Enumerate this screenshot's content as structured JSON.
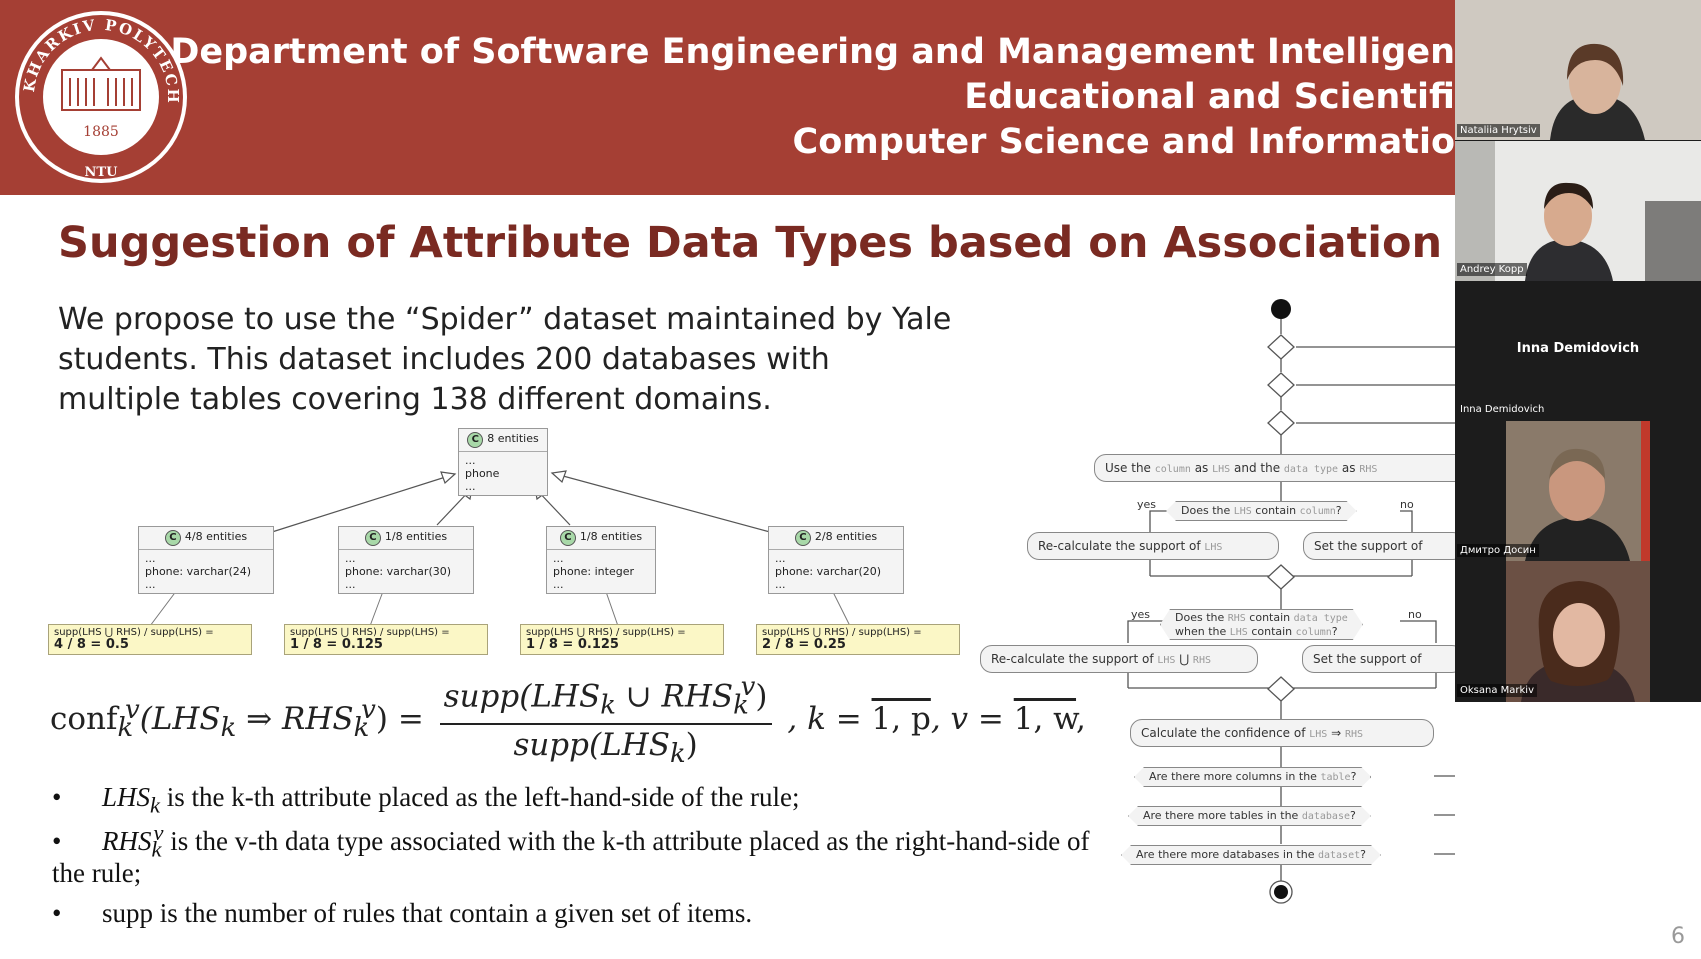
{
  "header": {
    "line1": "Department of Software Engineering and Management Intelligen",
    "line2": "Educational and Scientifi",
    "line3": "Computer Science and Informatio",
    "logo": {
      "arc_text": "KHARKIV POLYTECHNIC INSTITUTE",
      "year": "1885",
      "abbr": "NTU"
    }
  },
  "slide": {
    "title": "Suggestion of Attribute Data Types based on Association Rules",
    "intro": "We propose to use the “Spider” dataset maintained by Yale students. This dataset includes 200 databases with multiple tables covering 138 different domains.",
    "page_number": "6"
  },
  "uml": {
    "root": {
      "badge": "C",
      "header": "8 entities",
      "lines": [
        "...",
        "phone",
        "..."
      ]
    },
    "children": [
      {
        "badge": "C",
        "header": "4/8 entities",
        "lines": [
          "...",
          "phone: varchar(24)",
          "..."
        ],
        "note_formula": "supp(LHS ⋃ RHS) / supp(LHS) =",
        "note_value": "4 / 8 = 0.5"
      },
      {
        "badge": "C",
        "header": "1/8 entities",
        "lines": [
          "...",
          "phone: varchar(30)",
          "..."
        ],
        "note_formula": "supp(LHS ⋃ RHS) / supp(LHS) =",
        "note_value": "1 / 8 = 0.125"
      },
      {
        "badge": "C",
        "header": "1/8 entities",
        "lines": [
          "...",
          "phone: integer",
          "..."
        ],
        "note_formula": "supp(LHS ⋃ RHS) / supp(LHS) =",
        "note_value": "1 / 8 = 0.125"
      },
      {
        "badge": "C",
        "header": "2/8 entities",
        "lines": [
          "...",
          "phone: varchar(20)",
          "..."
        ],
        "note_formula": "supp(LHS ⋃ RHS) / supp(LHS) =",
        "note_value": "2 / 8 = 0.25"
      }
    ]
  },
  "formula": {
    "lhs": "conf",
    "arg": "(LHS",
    "arrow": " ⇒ RHS",
    "close": ") =",
    "numerator": "supp(LHS",
    "num_union": " ∪ RHS",
    "num_close": ")",
    "denominator": "supp(LHS",
    "den_close": ")",
    "range": ", k = ",
    "range_k": "1, p",
    "range_v_label": ", v = ",
    "range_v": "1, w",
    "tail": ","
  },
  "bullets": [
    {
      "text": "LHS",
      "sub": "k",
      "rest": " is the k-th attribute placed as the left-hand-side of the rule;"
    },
    {
      "text": "RHS",
      "sub": "k",
      "sup": "v",
      "rest": " is the v-th data type associated with the k-th attribute placed as the right-hand-side of"
    },
    {
      "continuation": "the rule;"
    },
    {
      "text": "supp is the number of rules that contain a given set of items."
    }
  ],
  "flowchart": {
    "box_use": {
      "a": "Use the ",
      "m1": "column",
      "b": " as ",
      "m2": "LHS",
      "c": " and the ",
      "m3": "data type",
      "d": " as ",
      "m4": "RHS"
    },
    "dec_lhs": {
      "a": "Does the ",
      "m1": "LHS",
      "b": " contain ",
      "m2": "column",
      "c": "?"
    },
    "yes1": "yes",
    "no1": "no",
    "box_recalc_lhs": {
      "a": "Re-calculate the support of ",
      "m1": "LHS"
    },
    "box_set1": "Set the support of",
    "dec_rhs_1": {
      "a": "Does the ",
      "m1": "RHS",
      "b": " contain ",
      "m2": "data type"
    },
    "dec_rhs_2": {
      "a": "when the ",
      "m1": "LHS",
      "b": " contain ",
      "m2": "column",
      "c": "?"
    },
    "yes2": "yes",
    "no2": "no",
    "box_recalc_union": {
      "a": "Re-calculate the support of ",
      "m1": "LHS",
      "b": " ⋃ ",
      "m2": "RHS"
    },
    "box_set2": "Set the support of",
    "box_conf": {
      "a": "Calculate the confidence of ",
      "m1": "LHS",
      "b": " ⇒ ",
      "m2": "RHS"
    },
    "dec_cols": {
      "a": "Are there more columns in the ",
      "m1": "table",
      "b": "?"
    },
    "dec_tables": {
      "a": "Are there more tables in the ",
      "m1": "database",
      "b": "?"
    },
    "dec_dbs": {
      "a": "Are there more databases in the ",
      "m1": "dataset",
      "b": "?"
    }
  },
  "video": {
    "participants": [
      {
        "name": "Nataliia Hrytsiv"
      },
      {
        "name": "Andrey Kopp"
      },
      {
        "name": "Inna Demidovich",
        "title": "Inna Demidovich"
      },
      {
        "name": "Дмитро Досин"
      },
      {
        "name": "Oksana Markiv"
      }
    ]
  },
  "colors": {
    "header_bg": "#a53f34",
    "title": "#7a2a22",
    "note_bg": "#fbf7c6",
    "entity_bg": "#f4f4f4"
  }
}
